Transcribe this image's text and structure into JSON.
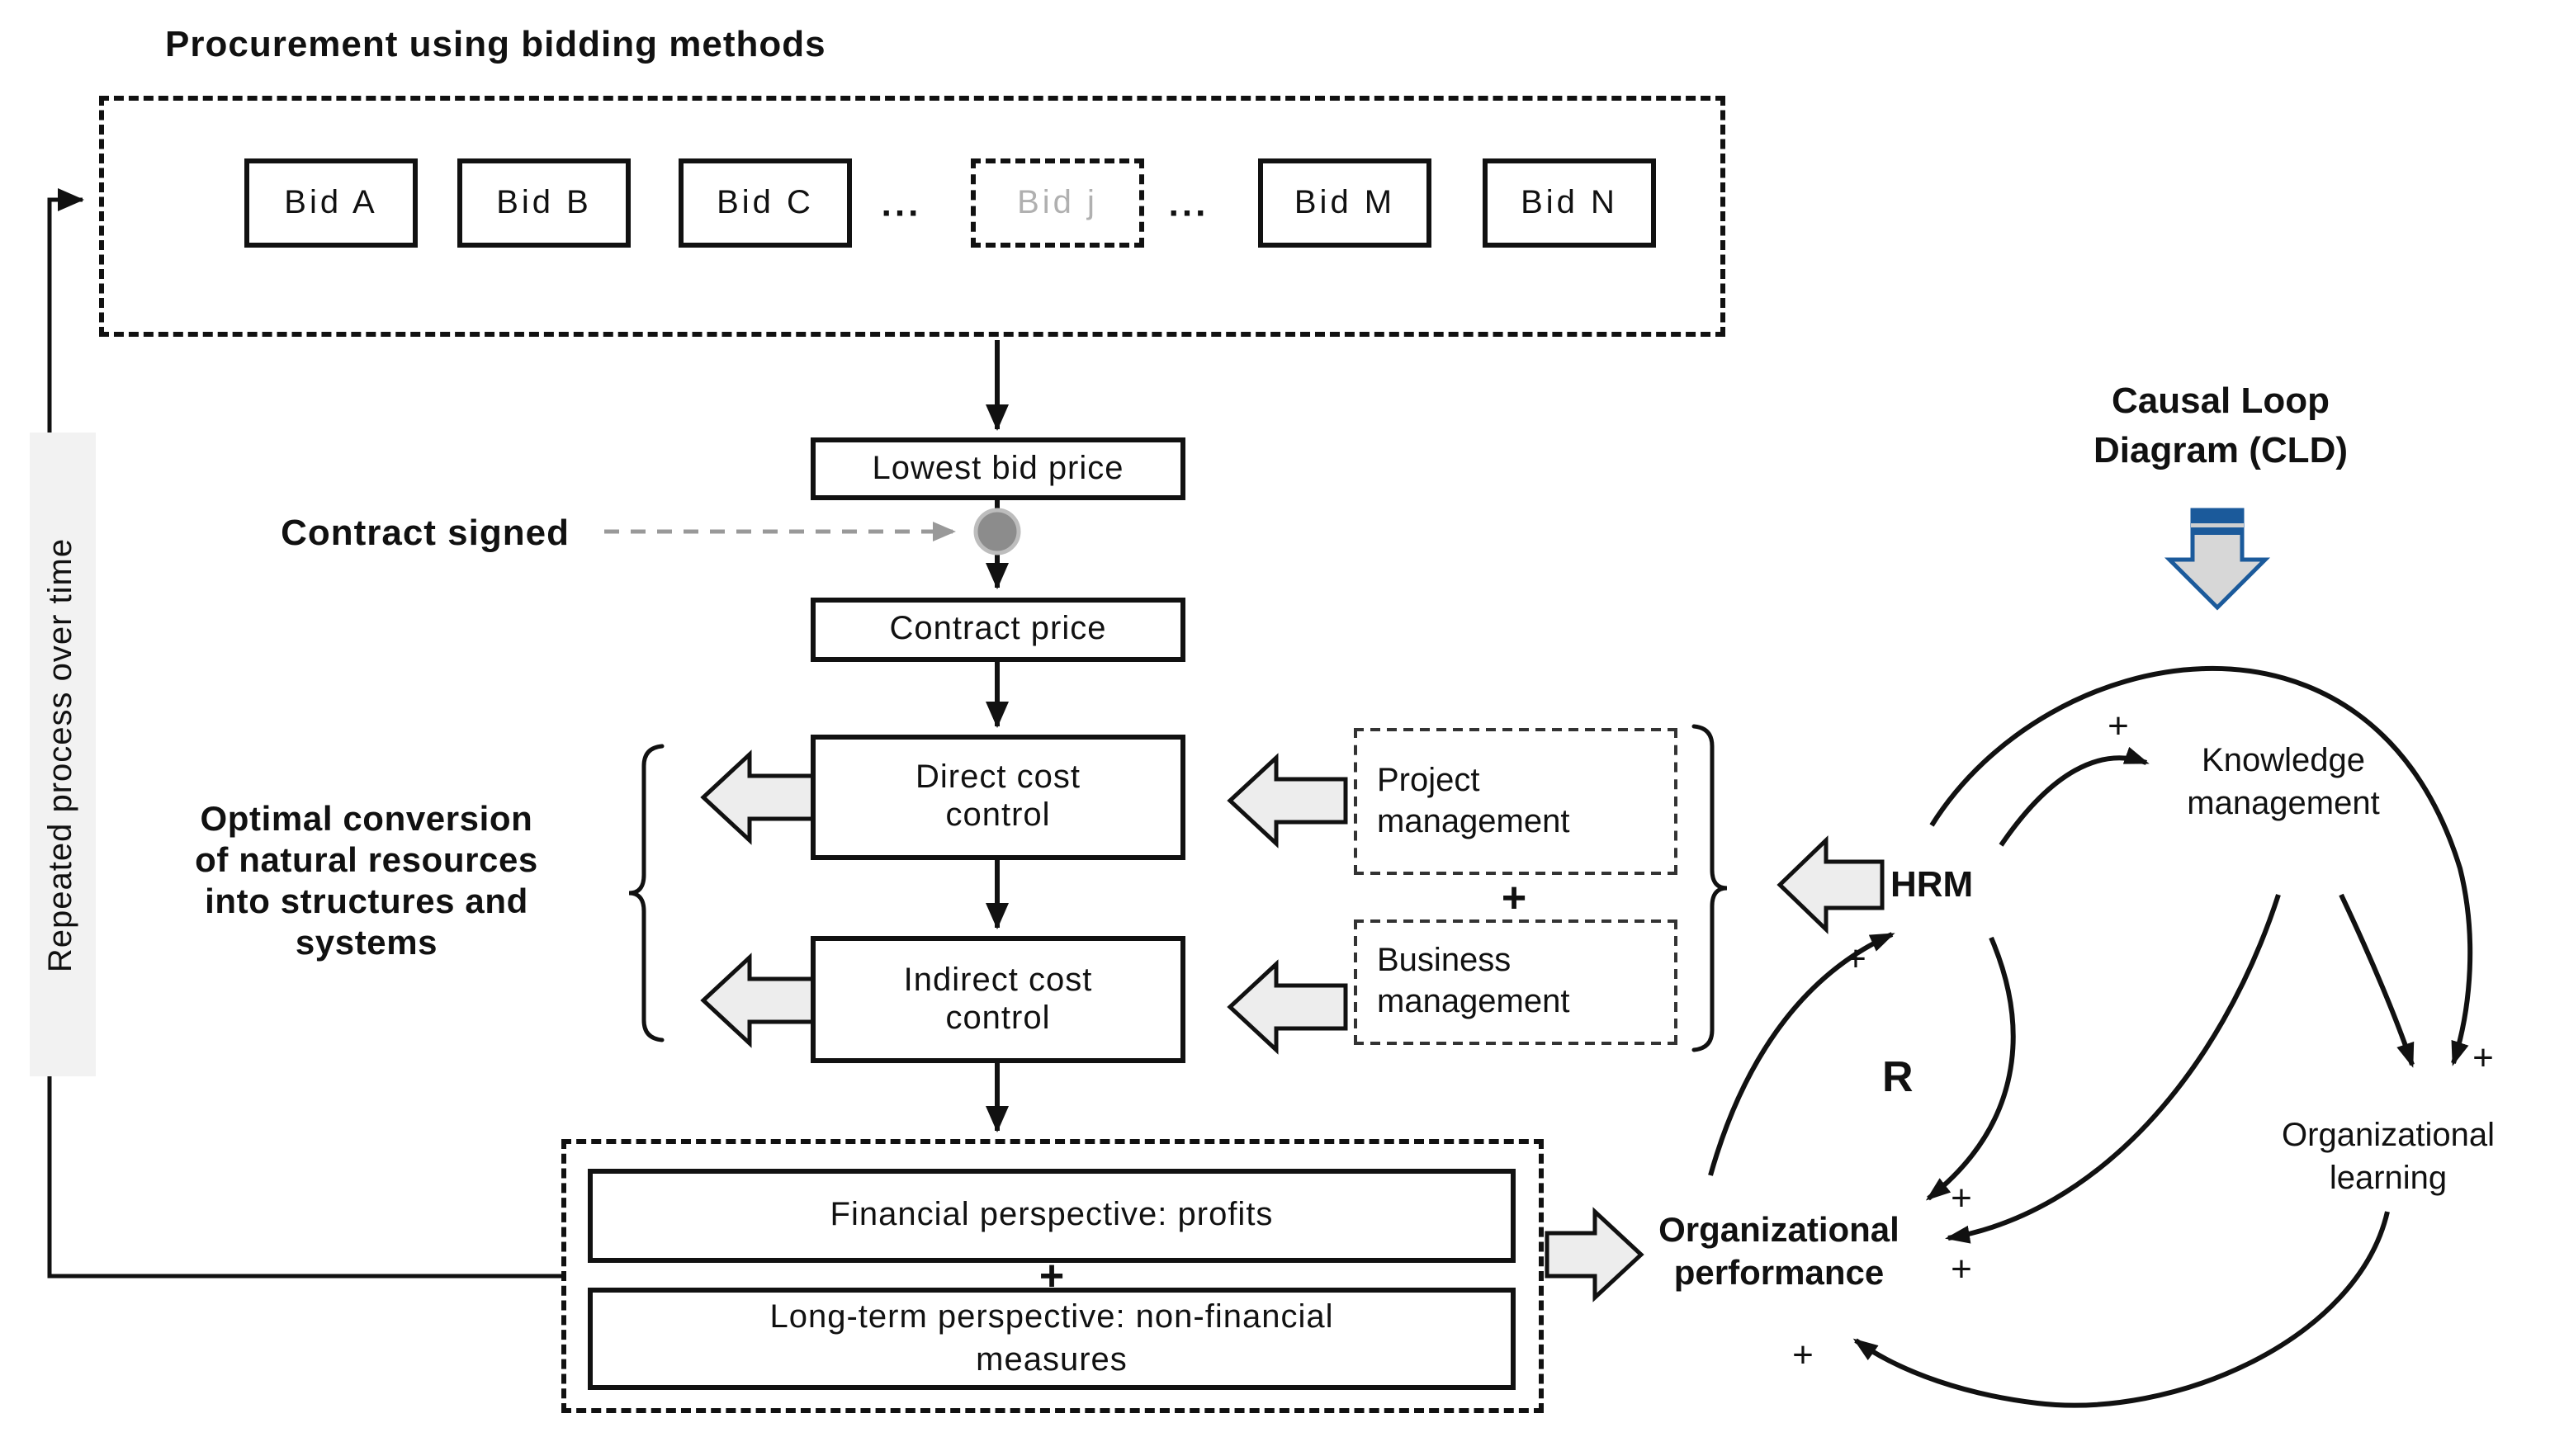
{
  "colors": {
    "blue": "#1b5a9b",
    "arrow_fill": "#ededed",
    "strip": "#f2f2f2",
    "node_gray": "#8c8c8c",
    "dash_gray": "#999999",
    "ghost_text": "#b0b0b0"
  },
  "header": {
    "title": "Procurement using bidding methods"
  },
  "bidding": {
    "bids": [
      "Bid A",
      "Bid B",
      "Bid C",
      "Bid j",
      "Bid M",
      "Bid N"
    ],
    "ellipsis": "..."
  },
  "flow": {
    "lowest_bid": "Lowest bid price",
    "contract_price": "Contract price",
    "direct_cost": "Direct cost\ncontrol",
    "indirect_cost": "Indirect cost\ncontrol"
  },
  "labels": {
    "contract_signed": "Contract signed",
    "repeated_process": "Repeated process over time",
    "optimal_conversion": "Optimal conversion\nof natural resources\ninto structures and\nsystems"
  },
  "management": {
    "project": "Project\nmanagement",
    "plus": "+",
    "business": "Business\nmanagement"
  },
  "hrm": {
    "label": "HRM"
  },
  "outcomes": {
    "financial": "Financial perspective: profits",
    "plus": "+",
    "long_term": "Long-term perspective: non-financial\nmeasures"
  },
  "cld": {
    "title": "Causal Loop\nDiagram (CLD)",
    "knowledge_management": "Knowledge\nmanagement",
    "organizational_learning": "Organizational\nlearning",
    "organizational_performance": "Organizational\nperformance",
    "loop_label": "R",
    "plus": "+"
  }
}
